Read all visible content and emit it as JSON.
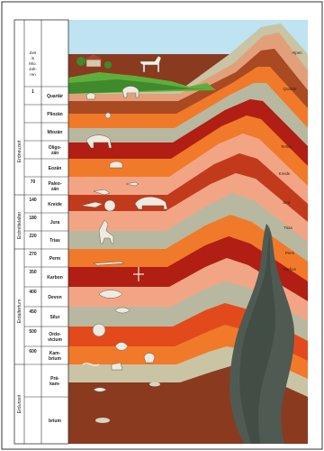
{
  "header": {
    "line1": "Zeit",
    "line2": "in",
    "line3": "Mio.",
    "line4": "Jah-",
    "line5": "ren"
  },
  "eras": [
    {
      "label": "Erdneuzeit"
    },
    {
      "label": "Erdmittelalter"
    },
    {
      "label": "Erdaltertum"
    },
    {
      "label": "Erdurzeit"
    }
  ],
  "periods": [
    {
      "time": "1",
      "name1": "Quartär",
      "name2": ""
    },
    {
      "time": "",
      "name1": "Pliozän",
      "name2": ""
    },
    {
      "time": "",
      "name1": "Miozän",
      "name2": ""
    },
    {
      "time": "",
      "name1": "Oligo-",
      "name2": "zän"
    },
    {
      "time": "",
      "name1": "Eozän",
      "name2": ""
    },
    {
      "time": "70",
      "name1": "Paleo-",
      "name2": "zän"
    },
    {
      "time": "140",
      "name1": "Kreide",
      "name2": ""
    },
    {
      "time": "180",
      "name1": "Jura",
      "name2": ""
    },
    {
      "time": "220",
      "name1": "Trias",
      "name2": ""
    },
    {
      "time": "270",
      "name1": "Perm",
      "name2": ""
    },
    {
      "time": "350",
      "name1": "Karbon",
      "name2": ""
    },
    {
      "time": "400",
      "name1": "Devon",
      "name2": ""
    },
    {
      "time": "450",
      "name1": "Silur",
      "name2": ""
    },
    {
      "time": "500",
      "name1": "Ordo-",
      "name2": "vicium"
    },
    {
      "time": "600",
      "name1": "Kam-",
      "name2": "brium"
    },
    {
      "time": "",
      "name1": "Prä-",
      "name2": "kam-"
    },
    {
      "time": "",
      "name1": "brium",
      "name2": ""
    }
  ],
  "right_labels": [
    {
      "text": "Alpen"
    },
    {
      "text": "Quartär"
    },
    {
      "text": "Tertiär"
    },
    {
      "text": "Kreide"
    },
    {
      "text": "Jura"
    },
    {
      "text": "Trias"
    },
    {
      "text": "Perm"
    },
    {
      "text": "Karbon"
    }
  ],
  "colors": {
    "sky": "#bfe3f0",
    "grass": "#5fae3c",
    "bedrock": "#8a3a1e",
    "intrusion": "#4f5a52",
    "band_dark": "#b01e14",
    "band_orange": "#f07a2a",
    "band_salmon": "#f2a585",
    "band_brown": "#a94a23",
    "band_grey": "#b8b8a0"
  }
}
